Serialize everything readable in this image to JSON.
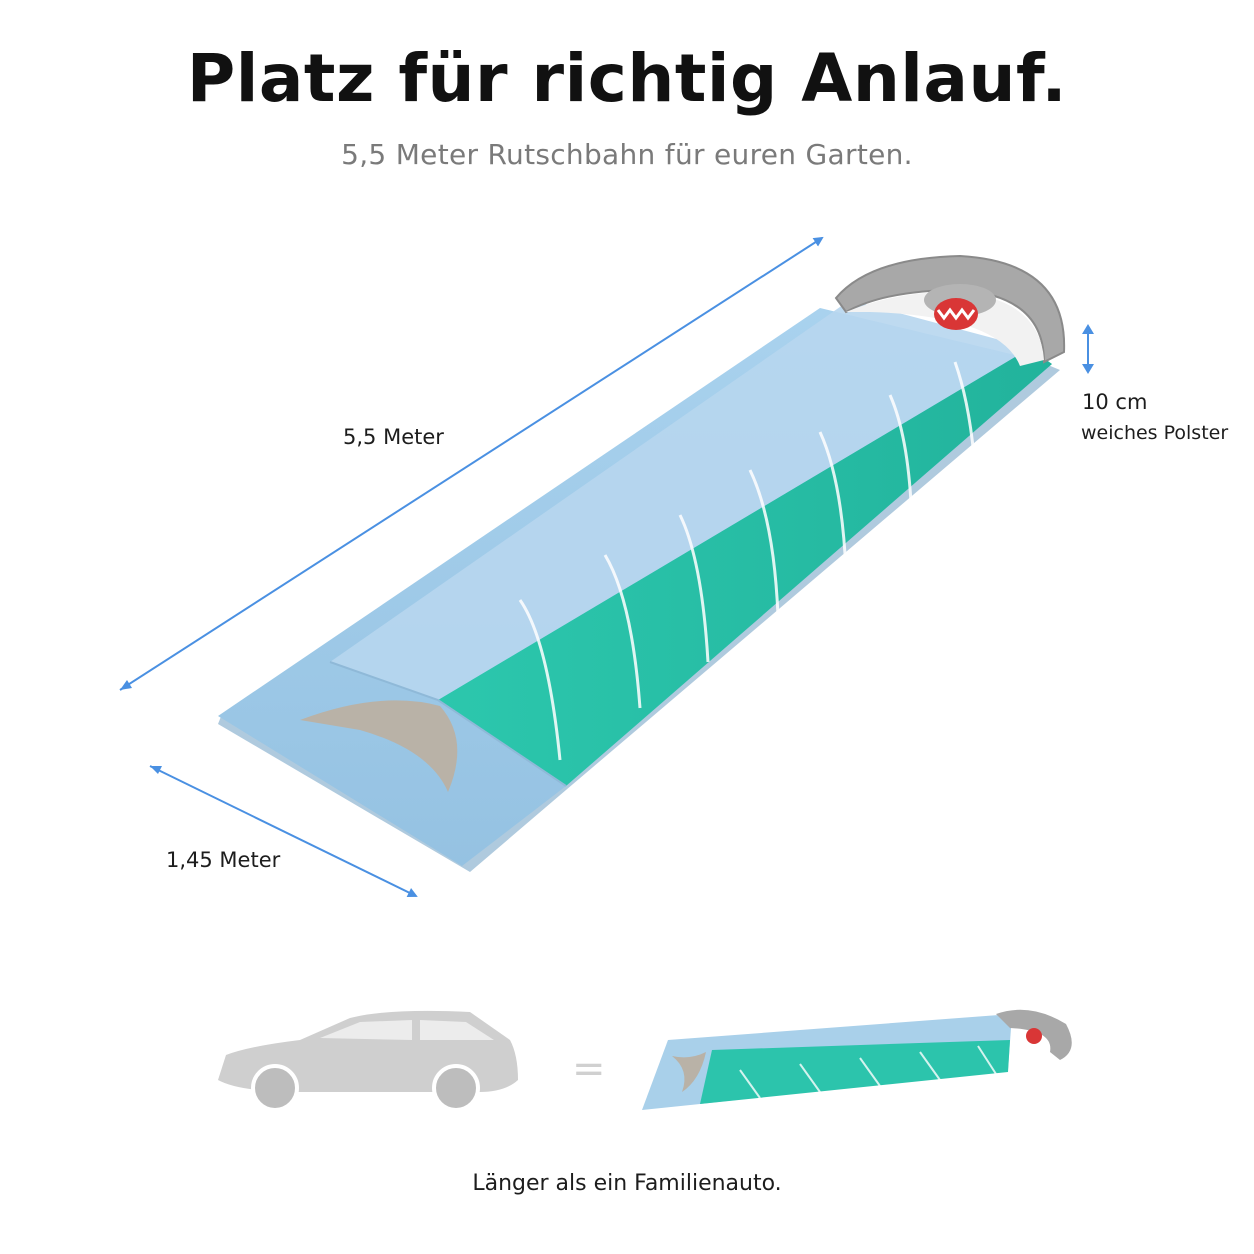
{
  "header": {
    "title": "Platz für richtig Anlauf.",
    "subtitle": "5,5 Meter Rutschbahn für euren Garten."
  },
  "dimensions": {
    "length_label": "5,5 Meter",
    "width_label": "1,45 Meter",
    "padding_value": "10 cm",
    "padding_desc": "weiches Polster"
  },
  "comparison": {
    "equals_sign": "=",
    "caption": "Länger als ein Familienauto."
  },
  "colors": {
    "arrow": "#4a90e2",
    "slide_blue": "#a9cfe8",
    "slide_turquoise": "#2cc4ac",
    "shark_grey": "#b9b2a7",
    "car_grey": "#c8c8c8"
  }
}
